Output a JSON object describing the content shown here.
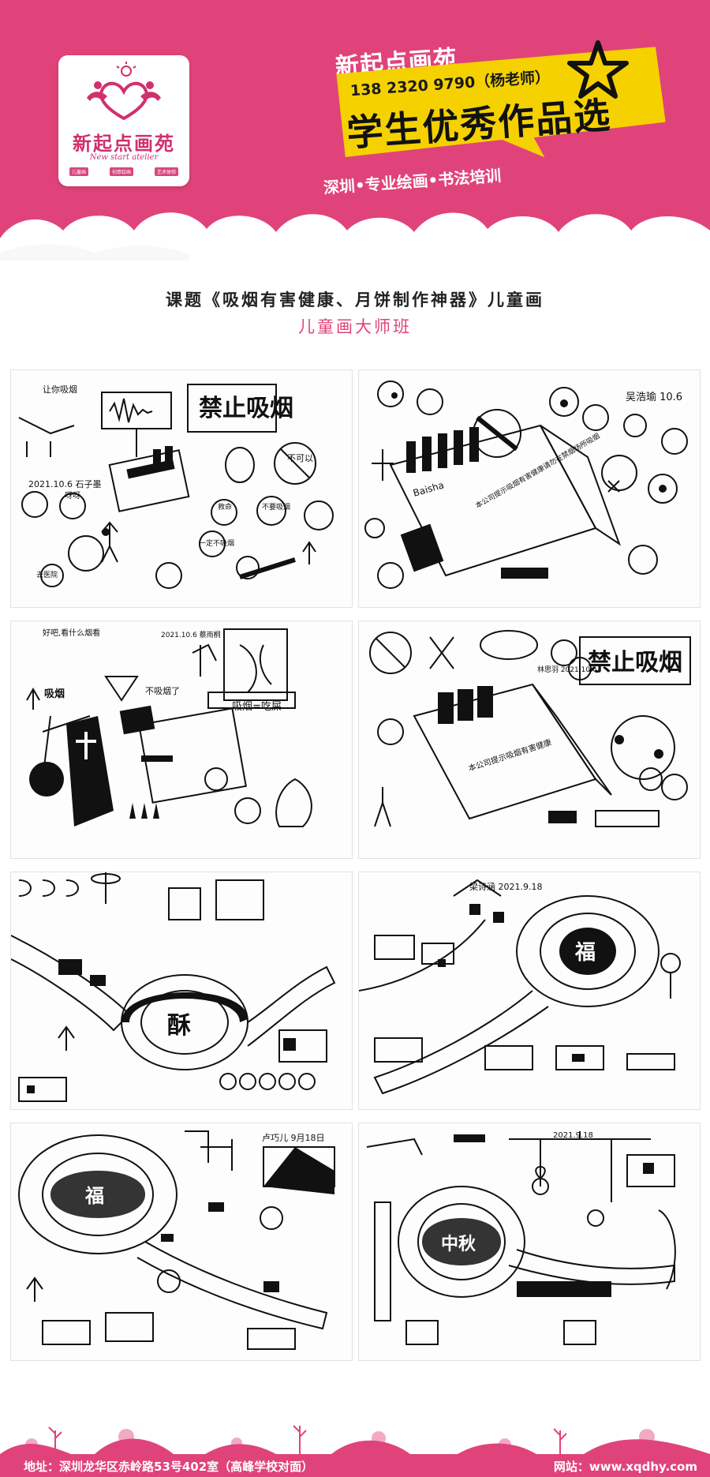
{
  "header": {
    "logo": {
      "name_cn": "新起点画苑",
      "name_en": "New start atelier",
      "tags": [
        "儿童画",
        "创意绘画",
        "艺术体验"
      ]
    },
    "brand_name": "新起点画苑",
    "phone": "138 2320 9790（杨老师）",
    "slogan": "学生优秀作品选",
    "subline": "深圳•专业绘画•书法培训"
  },
  "course": {
    "title": "课题《吸烟有害健康、月饼制作神器》儿童画",
    "class_name": "儿童画大师班"
  },
  "artworks": [
    {
      "theme": "no-smoking",
      "signature": "2021.10.6 石子墨",
      "signs": [
        "禁止吸烟",
        "不可以"
      ],
      "bubbles": [
        "让你吸烟",
        "呀呀",
        "救命",
        "不要吸烟",
        "去医院",
        "一定不吸烟"
      ]
    },
    {
      "theme": "no-smoking",
      "signature": "吴浩瑜 10.6",
      "signs": [
        "Baisha",
        "本公司提示吸烟有害健康请勿在禁烟场所吸烟"
      ],
      "bubbles": []
    },
    {
      "theme": "no-smoking",
      "signature": "2021.10.6 蔡雨桐",
      "signs": [
        "吸烟",
        "吸烟=吃屎",
        "不吸烟了"
      ],
      "bubbles": [
        "好吧,看什么烟看"
      ]
    },
    {
      "theme": "no-smoking",
      "signature": "林思羽 2021.10.6",
      "signs": [
        "禁止吸烟",
        "本公司提示吸烟有害健康"
      ],
      "bubbles": []
    },
    {
      "theme": "mooncake",
      "signature": "",
      "label": "酥"
    },
    {
      "theme": "mooncake",
      "signature": "梁诗涵 2021.9.18",
      "label": "福"
    },
    {
      "theme": "mooncake",
      "signature": "卢巧儿 9月18日",
      "label": "福"
    },
    {
      "theme": "mooncake",
      "signature": "2021.9.18",
      "label": "中秋"
    }
  ],
  "footer": {
    "address": "地址：深圳龙华区赤岭路53号402室（高峰学校对面）",
    "website": "网站：www.xqdhy.com"
  },
  "colors": {
    "brand_pink": "#e0437a",
    "banner_yellow": "#f5d100",
    "ink": "#111111"
  }
}
